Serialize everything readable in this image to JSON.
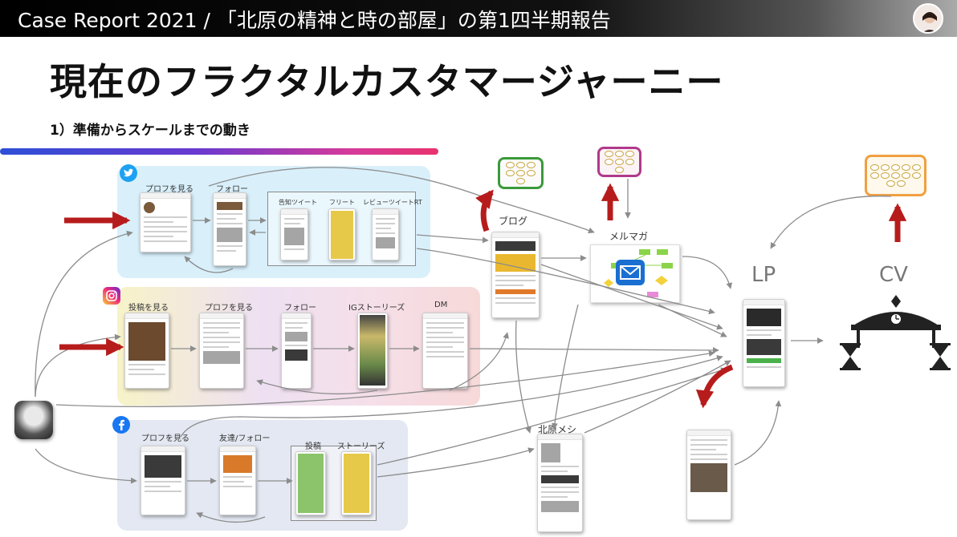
{
  "header": {
    "title": "Case Report 2021 / 「北原の精神と時の部屋」の第1四半期報告",
    "bg_color": "#000000"
  },
  "main": {
    "title": "現在のフラクタルカスタマージャーニー",
    "subtitle": "1）準備からスケールまでの動き"
  },
  "twitter": {
    "icon": "twitter-bird-icon",
    "steps": [
      "プロフを見る",
      "フォロー"
    ],
    "content_types": [
      "告知ツイート",
      "フリート",
      "レビューツイートRT"
    ]
  },
  "instagram": {
    "icon": "instagram-icon",
    "steps": [
      "投稿を見る",
      "プロフを見る",
      "フォロー",
      "IGストーリーズ",
      "DM"
    ]
  },
  "facebook": {
    "icon": "facebook-icon",
    "steps": [
      "プロフを見る",
      "友達/フォロー"
    ],
    "content_types": [
      "投稿",
      "ストーリーズ"
    ]
  },
  "hub": {
    "blog": "ブログ",
    "mailmag": "メルマガ",
    "kitahara_meshi": "北原メシ",
    "lp": "LP",
    "cv": "CV"
  },
  "colors": {
    "arrow_red": "#b71c1c",
    "connector_gray": "#8c8c8c",
    "twitter_panel": "#d9f0fb",
    "facebook_panel": "#e3e8f2",
    "blog_crowd_border": "#3a9a3a",
    "mail_crowd_border": "#b03a8a",
    "cv_crowd_border": "#f0a040"
  }
}
